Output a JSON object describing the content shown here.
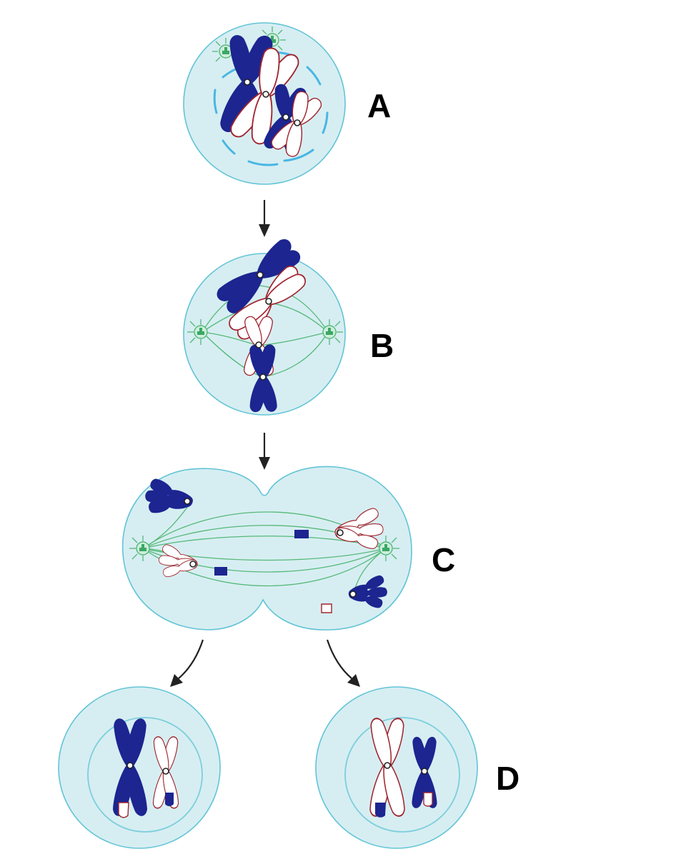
{
  "labels": {
    "a": "A",
    "b": "B",
    "c": "C",
    "d": "D"
  },
  "colors": {
    "maternal_chromosome": "#1c2590",
    "paternal_chromosome_fill": "#ffffff",
    "paternal_chromosome_outline": "#a0252f",
    "cell": "#d6eef2",
    "cell_outline": "#63c4d6",
    "spindle": "#56b878",
    "nuclear_envelope": "#49b6e3"
  }
}
